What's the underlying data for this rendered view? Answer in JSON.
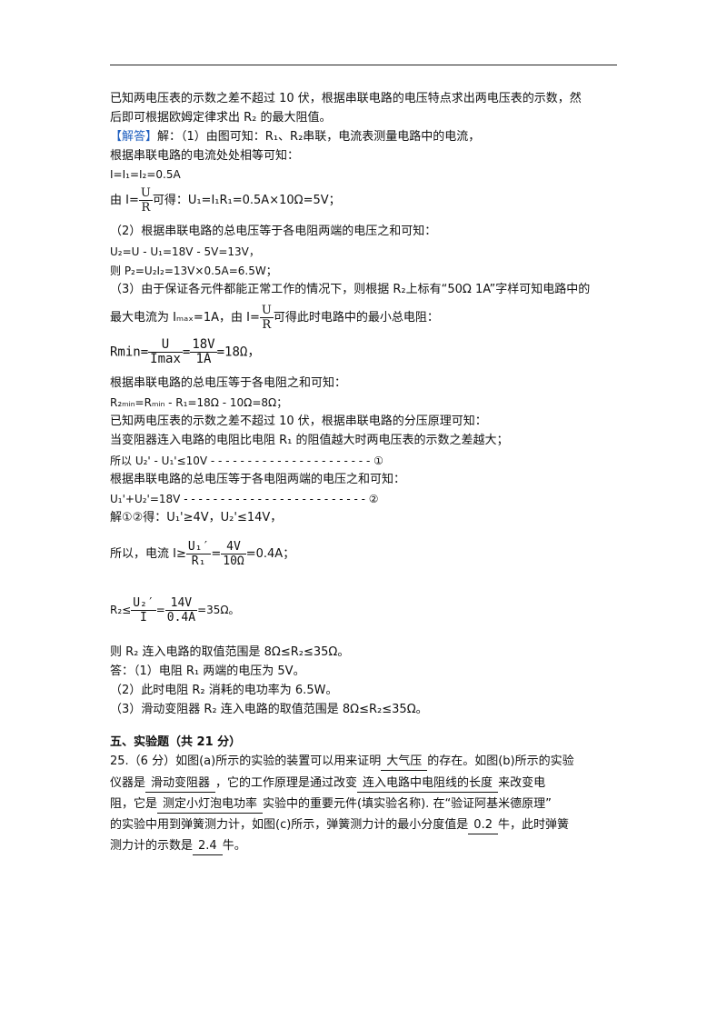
{
  "lines": {
    "l1": "已知两电压表的示数之差不超过 10 伏，根据串联电路的电压特点求出两电压表的示数，然",
    "l2": "后即可根据欧姆定律求出 R₂ 的最大阻值。",
    "l3_tag": "【解答】",
    "l3_rest": "解：（1）由图可知：R₁、R₂串联，电流表测量电路中的电流，",
    "l4": "根据串联电路的电流处处相等可知：",
    "l5": "I=I₁=I₂=0.5A",
    "l6_pre": "由 I=",
    "l6_num": "U",
    "l6_den": "R",
    "l6_post": "可得：U₁=I₁R₁=0.5A×10Ω=5V；",
    "l7": "（2）根据串联电路的总电压等于各电阻两端的电压之和可知：",
    "l8": "U₂=U - U₁=18V - 5V=13V，",
    "l9": "则 P₂=U₂I₂=13V×0.5A=6.5W；",
    "l10": "（3）由于保证各元件都能正常工作的情况下，则根据 R₂上标有“50Ω  1A”字样可知电路中的",
    "l11_pre": "最大电流为 Iₘₐₓ=1A，由 I=",
    "l11_num": "U",
    "l11_den": "R",
    "l11_post": "可得此时电路中的最小总电阻：",
    "l12_lhs": "Rmin=",
    "l12_num1": "U",
    "l12_den1": "Imax",
    "l12_eq": "=",
    "l12_num2": "18V",
    "l12_den2": "1A",
    "l12_post": "=18Ω，",
    "l13": "根据串联电路的总电压等于各电阻之和可知：",
    "l14": "R₂ₘᵢₙ=Rₘᵢₙ - R₁=18Ω - 10Ω=8Ω；",
    "l15": "已知两电压表的示数之差不超过 10 伏，根据串联电路的分压原理可知：",
    "l16": "当变阻器连入电路的电阻比电阻 R₁ 的阻值越大时两电压表的示数之差越大；",
    "l17": "所以 U₂' - U₁'≤10V - - - - - - - - - - - - - - - - - - - - - - ①",
    "l18": "根据串联电路的总电压等于各电阻两端的电压之和可知：",
    "l19": "U₁'+U₂'=18V - - - - - - - - - - - - - - - - - - - - - - - - - ②",
    "l20": "解①②得：U₁'≥4V，U₂'≤14V，",
    "l21_pre": "所以，电流 I≥",
    "l21_num1": "U₁′",
    "l21_den1": "R₁",
    "l21_eq": "=",
    "l21_num2": "4V",
    "l21_den2": "10Ω",
    "l21_post": "=0.4A；",
    "l22_pre": "R₂≤",
    "l22_num1": "U₂′",
    "l22_den1": "I",
    "l22_eq": "=",
    "l22_num2": "14V",
    "l22_den2": "0.4A",
    "l22_post": "=35Ω。",
    "l23": "则 R₂ 连入电路的取值范围是 8Ω≤R₂≤35Ω。",
    "l24": "答：（1）电阻 R₁ 两端的电压为 5V。",
    "l25": "（2）此时电阻 R₂ 消耗的电功率为 6.5W。",
    "l26": "（3）滑动变阻器 R₂ 连入电路的取值范围是 8Ω≤R₂≤35Ω。"
  },
  "section": {
    "title": "五、实验题（共 21 分）"
  },
  "q25": {
    "p1_pre": "25.（6 分）如图(a)所示的实验的装置可以用来证明",
    "a1": "大气压",
    "p1_post": "的存在。如图(b)所示的实验",
    "p2_pre": "仪器是",
    "a2": "滑动变阻器",
    "p2_mid": "，它的工作原理是通过改变",
    "a3": "连入电路中电阻线的长度",
    "p2_post": "来改变电",
    "p3_pre": "阻，它是",
    "a4": "测定小灯泡电功率",
    "p3_post": "实验中的重要元件(填实验名称). 在“验证阿基米德原理”",
    "p4_pre": "的实验中用到弹簧测力计，如图(c)所示，弹簧测力计的最小分度值是",
    "a5": "0.2",
    "p4_post": "牛，此时弹簧",
    "p5_pre": "测力计的示数是",
    "a6": "2.4",
    "p5_post": "牛。"
  }
}
